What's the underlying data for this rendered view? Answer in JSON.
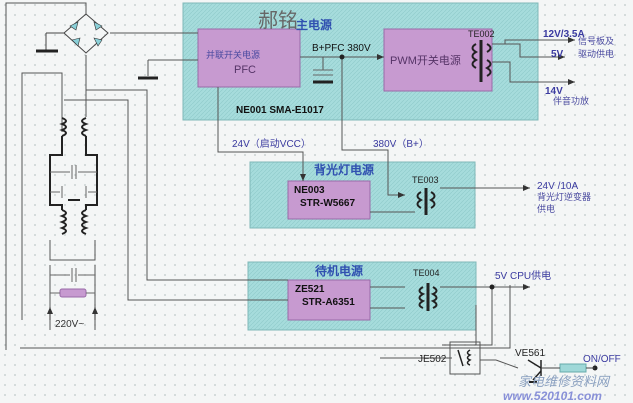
{
  "diagram": {
    "title": "TV power supply block diagram",
    "watermark_top": "郝铭",
    "watermark_bottom_cn": "家电维修资料网",
    "watermark_bottom_url": "www.520101.com",
    "colors": {
      "module_fill": "#9fd8d8",
      "chip_fill": "#c79ad0",
      "wire": "#555555",
      "label_blue": "#3a3aa0"
    },
    "main_supply": {
      "title": "主电源",
      "pfc_block": {
        "line1": "并联开关电源",
        "line2": "PFC"
      },
      "pwm_block": {
        "label": "PWM开关电源"
      },
      "bus_label": "B+PFC 380V",
      "chip_label": "NE001  SMA-E1017",
      "transformer": "TE002"
    },
    "outputs_main": [
      {
        "voltage": "12V/3.5A",
        "desc": "信号板及"
      },
      {
        "voltage": "5V",
        "desc": "驱动供电"
      },
      {
        "voltage": "14V",
        "desc": "伴音功放"
      }
    ],
    "vcc_label": "24V（启动VCC）",
    "bplus_label": "380V（B+）",
    "backlight_supply": {
      "title": "背光灯电源",
      "chip_line1": "NE003",
      "chip_line2": "STR-W5667",
      "transformer": "TE003",
      "output_voltage": "24V /10A",
      "output_desc1": "背光灯逆变器",
      "output_desc2": "供电"
    },
    "standby_supply": {
      "title": "待机电源",
      "chip_line1": "ZE521",
      "chip_line2": "STR-A6351",
      "transformer": "TE004",
      "output_label": "5V  CPU供电"
    },
    "optocoupler": "JE502",
    "transistor": "VE561",
    "onoff_label": "ON/OFF",
    "mains_label": "220V~"
  }
}
